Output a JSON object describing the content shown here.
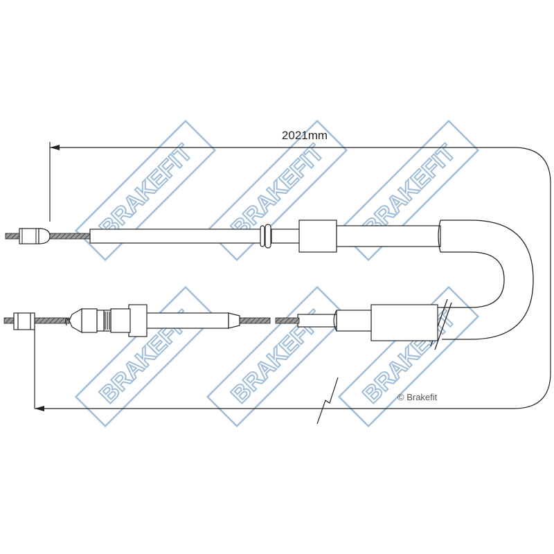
{
  "dimension": {
    "length_label": "2021mm"
  },
  "copyright": {
    "text": "© Brakefit"
  },
  "watermark": {
    "brand": "BRAKEFIT",
    "color": "#7fa8cc"
  },
  "drawing": {
    "stroke_color": "#222222",
    "sheath_fill": "#ffffff"
  }
}
